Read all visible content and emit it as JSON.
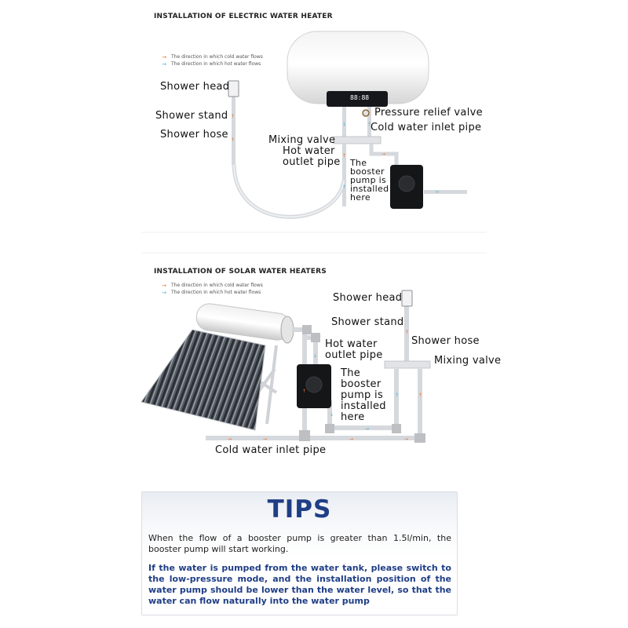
{
  "electric": {
    "title": "INSTALLATION OF ELECTRIC WATER HEATER",
    "legend_cold": "The direction in which cold water flows",
    "legend_hot": "The direction in which hot water flows",
    "labels": {
      "shower_head": "Shower head",
      "shower_stand": "Shower stand",
      "shower_hose": "Shower hose",
      "pressure_relief_valve": "Pressure relief valve",
      "cold_water_inlet_pipe": "Cold water inlet pipe",
      "mixing_valve": "Mixing valve",
      "hot_water_outlet_pipe": "Hot water outlet pipe",
      "booster_pump": "The booster pump is installed here"
    }
  },
  "solar": {
    "title": "INSTALLATION OF SOLAR WATER HEATERS",
    "legend_cold": "The direction in which cold water flows",
    "legend_hot": "The direction in which hot water flows",
    "labels": {
      "shower_head": "Shower head",
      "shower_stand": "Shower stand",
      "hot_water_outlet_pipe": "Hot water outlet pipe",
      "shower_hose": "Shower hose",
      "mixing_valve": "Mixing valve",
      "booster_pump": "The booster pump is installed here",
      "cold_water_inlet_pipe": "Cold water inlet pipe"
    }
  },
  "tips": {
    "title": "TIPS",
    "paragraph_1": "When the flow of a booster pump is greater than 1.5l/min, the booster pump will start working.",
    "paragraph_2": "If the water is pumped from the water tank, please switch to the low-pressure mode, and the installation position of the water pump should be lower than the water level, so that the water can flow naturally into the water pump"
  },
  "colors": {
    "cold_arrow": "#e8742c",
    "hot_arrow": "#3db6d6",
    "tips_title": "#1f3e86",
    "pipe": "#d5d8dc"
  },
  "display": {
    "heater_readout": "88:88"
  }
}
